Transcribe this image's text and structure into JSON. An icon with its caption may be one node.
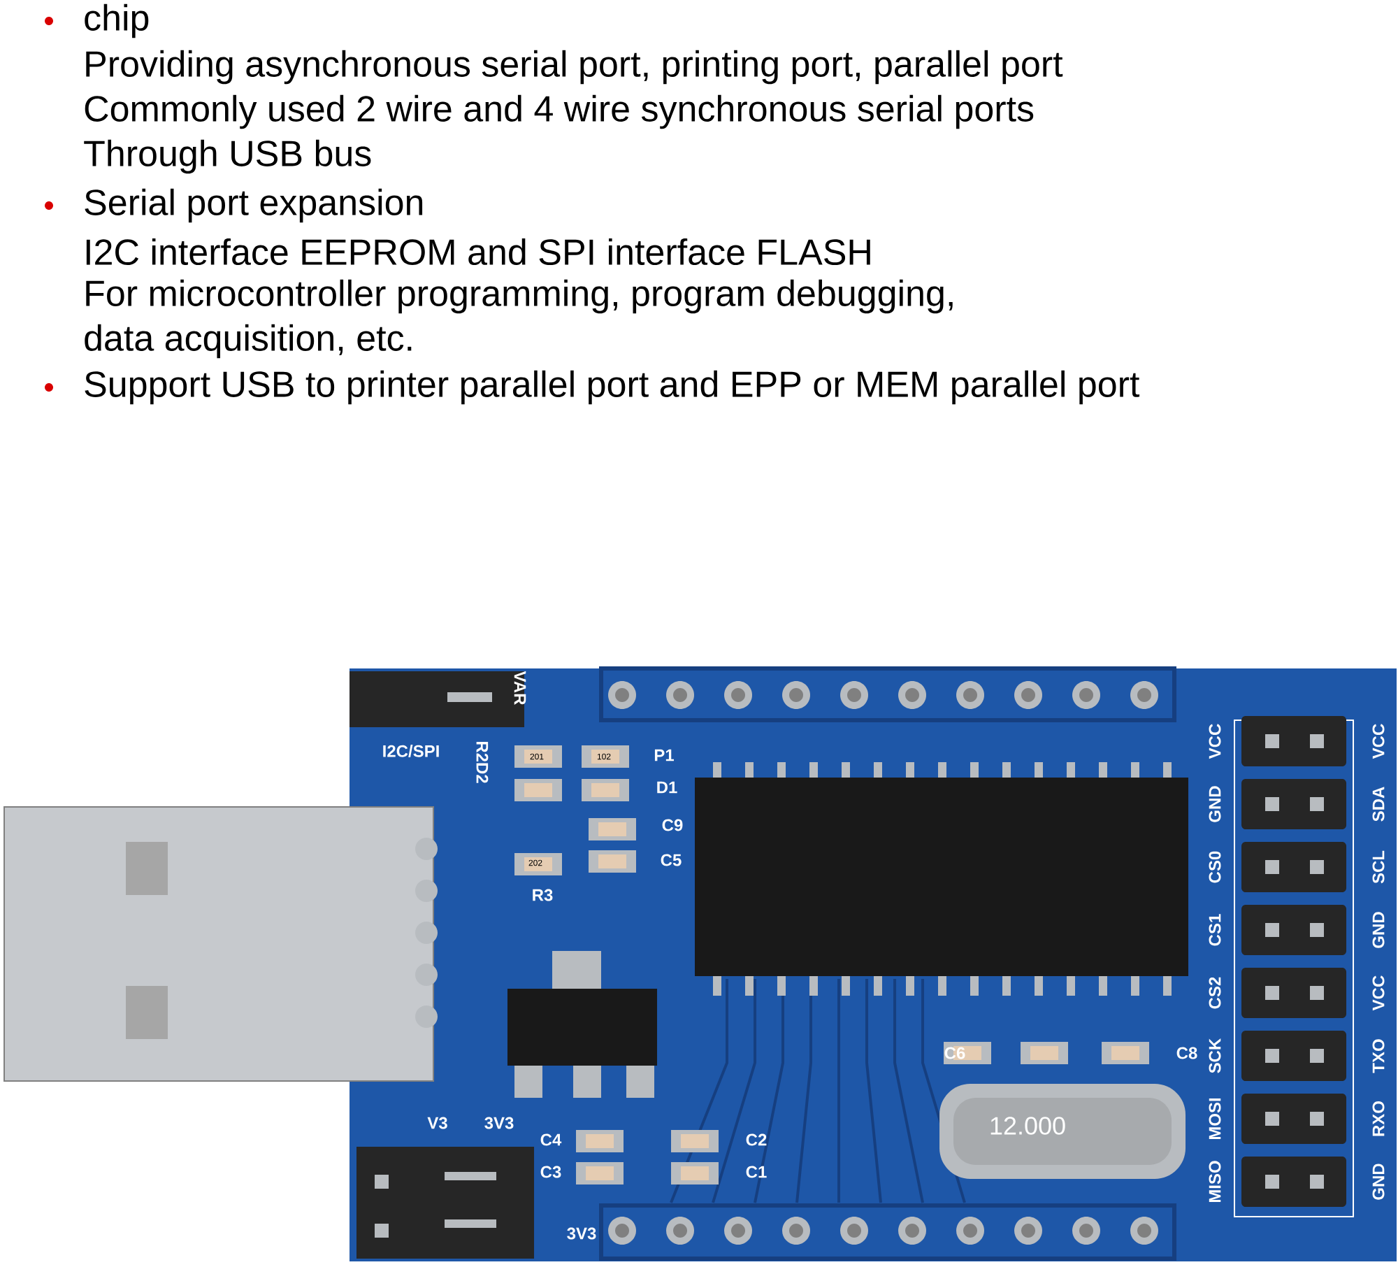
{
  "diagram": {
    "labels": [
      "chip",
      "Providing asynchronous serial port, printing port, parallel port",
      "Commonly used 2 wire and 4 wire synchronous serial ports",
      "Through USB bus",
      "Serial port expansion",
      "I2C interface EEPROM and SPI interface FLASH",
      "For microcontroller programming, program debugging,",
      "data acquisition, etc.",
      "Support USB to printer parallel port and EPP or MEM parallel port",
      "VAR",
      "I2C/SPI",
      "R2D2",
      "201",
      "102",
      "P1",
      "D1",
      "C9",
      "C5",
      "202",
      "R3",
      "MISO",
      "MOSI",
      "SCK",
      "CS2",
      "CS1",
      "CS0",
      "GND",
      "VCC",
      "GND",
      "RXO",
      "TXO",
      "VCC",
      "GND",
      "SCL",
      "SDA",
      "VCC",
      "C6",
      "C8",
      "12.000",
      "V3",
      "3V3",
      "C4",
      "C3",
      "C2",
      "C1",
      "3V3"
    ]
  }
}
